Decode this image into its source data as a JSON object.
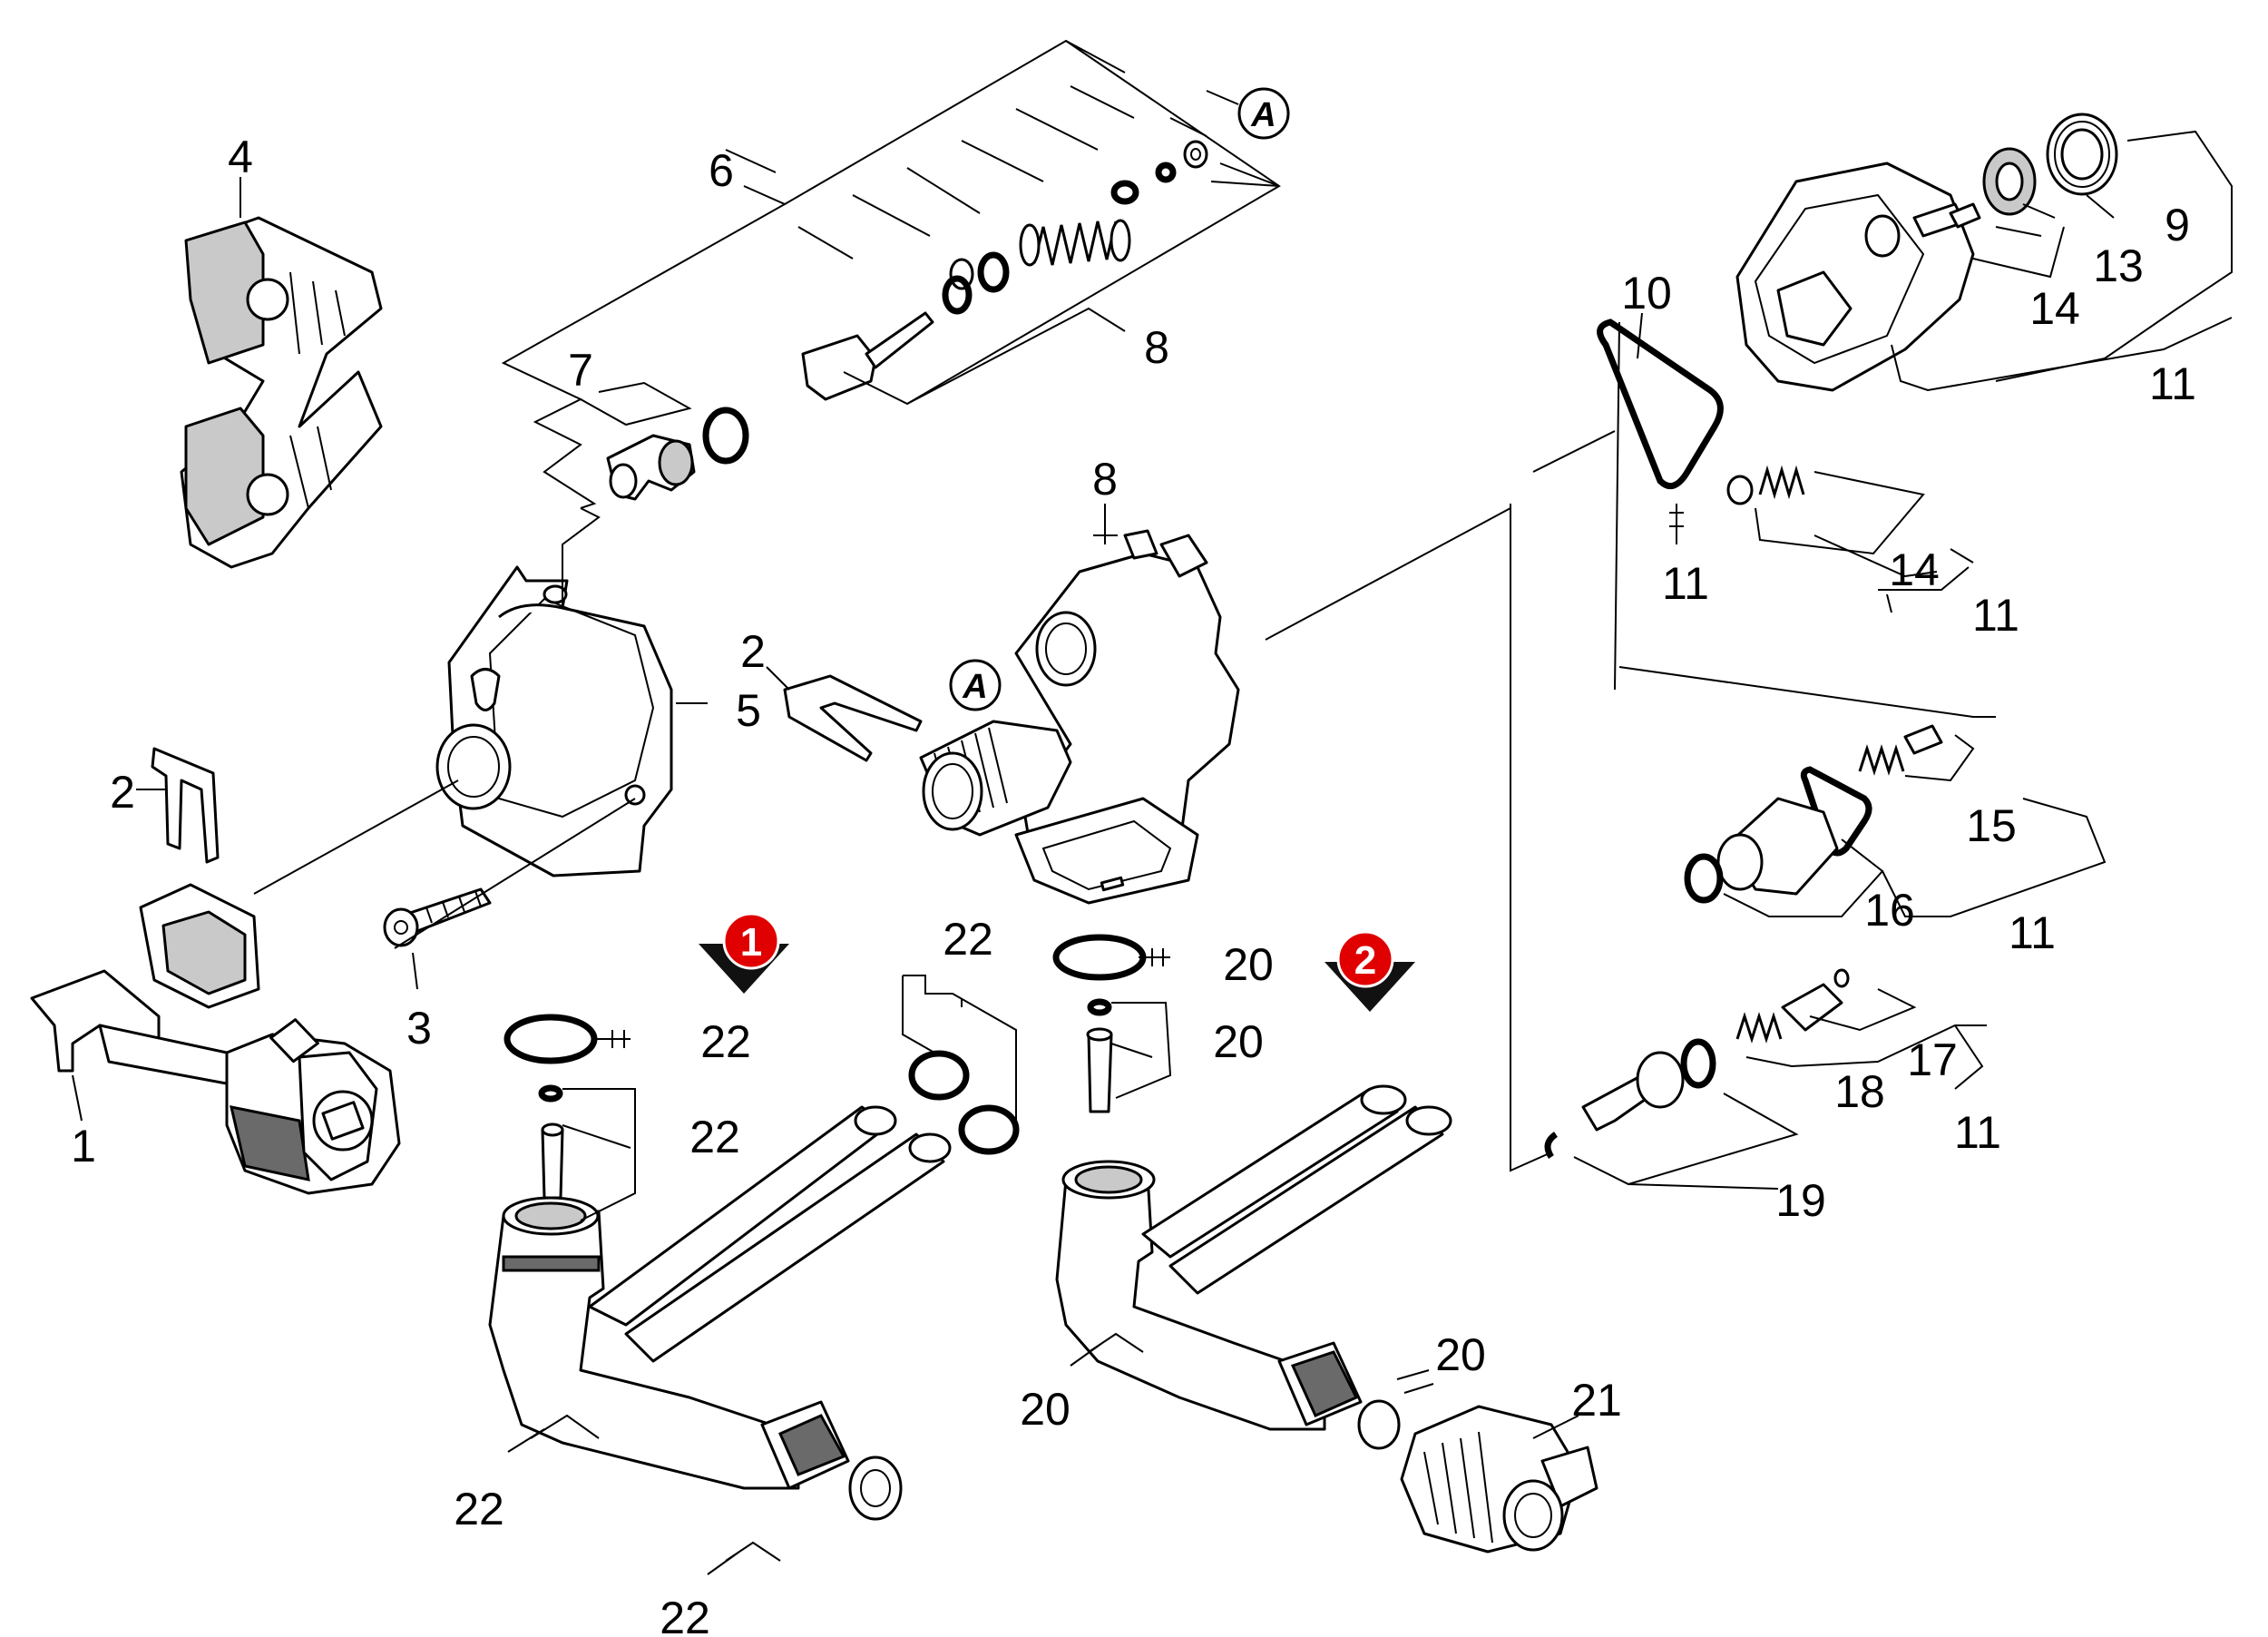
{
  "callouts": {
    "c1": "1",
    "c2a": "2",
    "c2b": "2",
    "c3": "3",
    "c4": "4",
    "c5": "5",
    "c6": "6",
    "c7": "7",
    "c8a": "8",
    "c8b": "8",
    "c9": "9",
    "c10": "10",
    "c11a": "11",
    "c11b": "11",
    "c11c": "11",
    "c11d": "11",
    "c11e": "11",
    "c13": "13",
    "c14a": "14",
    "c14b": "14",
    "c15": "15",
    "c16": "16",
    "c17": "17",
    "c18": "18",
    "c19": "19",
    "c20a": "20",
    "c20b": "20",
    "c20c": "20",
    "c20d": "20",
    "c21": "21",
    "c22a": "22",
    "c22b": "22",
    "c22c": "22",
    "c22d": "22",
    "c22e": "22"
  },
  "refs": {
    "a1": "A",
    "a2": "A"
  },
  "variants": {
    "v1": "1",
    "v2": "2"
  },
  "colors": {
    "variant_marker": "#e00000",
    "variant_arrow": "#111111"
  }
}
